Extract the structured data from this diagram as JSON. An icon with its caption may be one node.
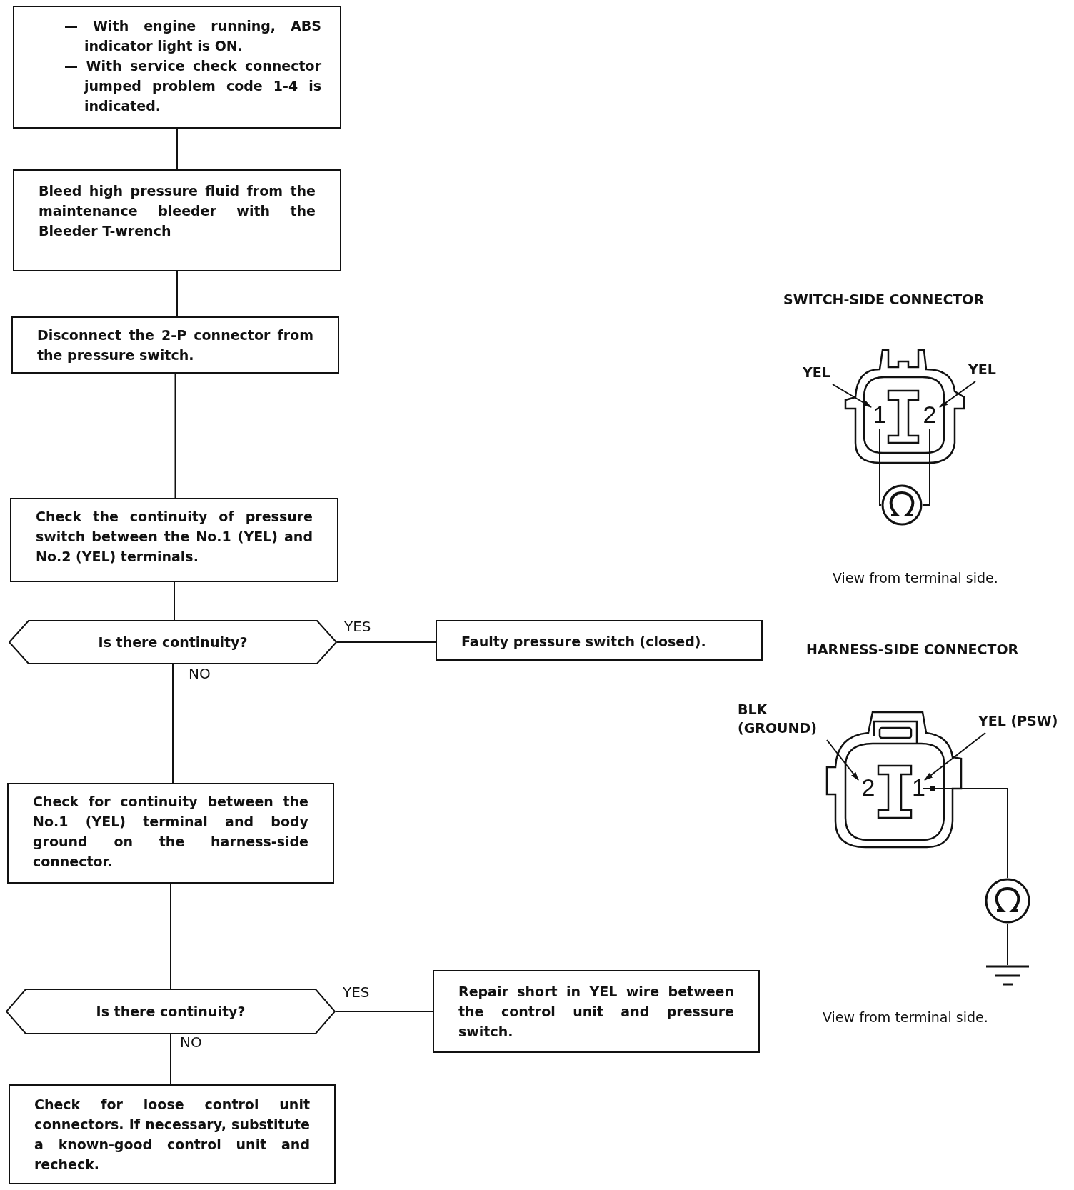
{
  "diagram": {
    "nodes": [
      {
        "text": [
          "— With engine running, ABS indicator light is ON.",
          "— With service check connector jumped problem code 1-4 is indicated."
        ]
      },
      {
        "text": [
          "Bleed high pressure fluid from the maintenance bleeder with the Bleeder T-wrench"
        ]
      },
      {
        "text": [
          "Disconnect the 2-P connector from the pressure switch."
        ]
      },
      {
        "text": [
          "Check the continuity of pressure switch between the No.1 (YEL) and No.2 (YEL) terminals."
        ]
      },
      {
        "text": [
          "Is there continuity?"
        ]
      },
      {
        "text": [
          "Faulty pressure switch (closed)."
        ]
      },
      {
        "text": [
          "Check for continuity between the No.1 (YEL) terminal and body ground on the harness-side connector."
        ]
      },
      {
        "text": [
          "Is there continuity?"
        ]
      },
      {
        "text": [
          "Repair short in YEL wire between the control unit and pressure switch."
        ]
      },
      {
        "text": [
          "Check for loose control unit connectors. If necessary, substitute a known-good control unit and recheck."
        ]
      },
      {
        "text": [
          "YEL"
        ]
      },
      {
        "text": [
          "1"
        ]
      },
      {
        "text": [
          "2"
        ]
      },
      {
        "text": [
          "YEL"
        ]
      },
      {
        "text": [
          "BLK (GROUND)"
        ]
      },
      {
        "text": [
          "2"
        ]
      },
      {
        "text": [
          "1"
        ]
      },
      {
        "text": [
          "YEL (PSW)"
        ]
      },
      {
        "text": [],
        "shape": "meter"
      },
      {
        "text": [],
        "shape": "meter"
      },
      {
        "text": [],
        "shape": "ground"
      }
    ],
    "edges": [
      {
        "from": 0,
        "to": 1,
        "arrow": "none"
      },
      {
        "from": 1,
        "to": 2,
        "arrow": "none"
      },
      {
        "from": 2,
        "to": 3,
        "arrow": "none"
      },
      {
        "from": 3,
        "to": 4,
        "arrow": "none"
      },
      {
        "from": 4,
        "to": 5,
        "arrow": "none",
        "label": "YES"
      },
      {
        "from": 4,
        "to": 6,
        "arrow": "none",
        "label": "NO"
      },
      {
        "from": 6,
        "to": 7,
        "arrow": "none"
      },
      {
        "from": 7,
        "to": 8,
        "arrow": "none",
        "label": "YES"
      },
      {
        "from": 7,
        "to": 9,
        "arrow": "none",
        "label": "NO"
      },
      {
        "from": 10,
        "to": 11,
        "arrow": "to"
      },
      {
        "from": 13,
        "to": 12,
        "arrow": "to"
      },
      {
        "from": 14,
        "to": 15,
        "arrow": "to"
      },
      {
        "from": 17,
        "to": 16,
        "arrow": "to"
      },
      {
        "from": 11,
        "to": 18,
        "arrow": "none"
      },
      {
        "from": 12,
        "to": 18,
        "arrow": "none"
      },
      {
        "from": 16,
        "to": 19,
        "arrow": "none"
      },
      {
        "from": 19,
        "to": 20,
        "arrow": "none"
      }
    ],
    "labels": [
      "SWITCH-SIDE CONNECTOR",
      "View from terminal side.",
      "HARNESS-SIDE CONNECTOR",
      "View from terminal side."
    ]
  }
}
